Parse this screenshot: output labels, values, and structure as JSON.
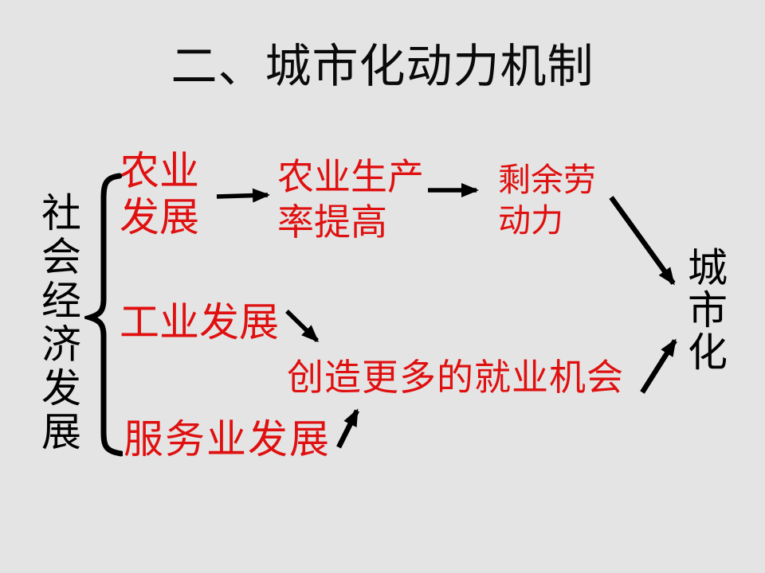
{
  "slide": {
    "title": "二、城市化动力机制",
    "background_color": "#e4e4e4",
    "text_color_black": "#0a0a0a",
    "text_color_red": "#e01010"
  },
  "diagram": {
    "left_label": "社会经济发展",
    "nodes": {
      "agriculture": "农业\n发展",
      "agri_productivity": "农业生产\n率提高",
      "surplus_labor": "剩余劳\n动力",
      "industry": "工业发展",
      "jobs": "创造更多的就业机会",
      "services": "服务业发展",
      "urbanization": "城市化"
    },
    "relations": [
      "农业发展 → 农业生产率提高",
      "农业生产率提高 → 剩余劳动力",
      "剩余劳动力 → 城市化",
      "工业发展 → 创造更多的就业机会",
      "服务业发展 → 创造更多的就业机会",
      "创造更多的就业机会 → 城市化"
    ]
  }
}
